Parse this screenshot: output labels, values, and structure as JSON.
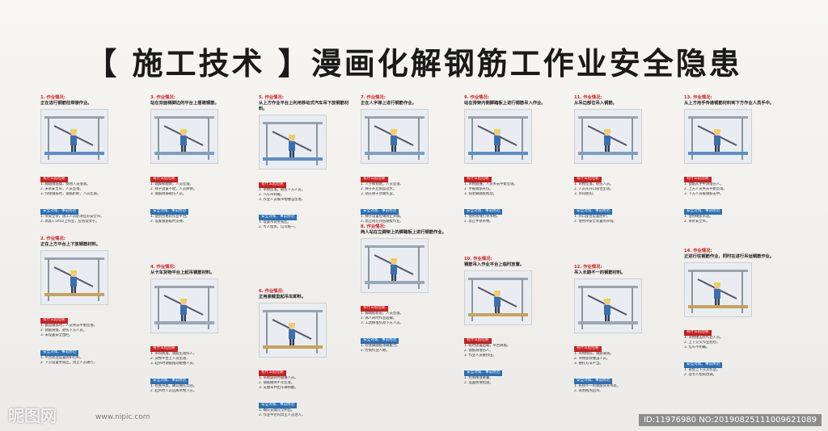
{
  "title": "【 施工技术 】漫画化解钢筋工作业安全隐患",
  "labels": {
    "danger": "有什么危险呢",
    "prevent": "安全对策、事前防范"
  },
  "panels": [
    {
      "title": "1. 作业情况:",
      "desc": "正在进行钢筋柱焊接作业。",
      "lines": [
        "1. 脚踏钢筋操，倒地人员落落。",
        "2. 未系安全带，人员坠落。",
        "3. 焊接钢筋时，钢筋折断，人员坠落。"
      ],
      "lines2": [
        "1. 带安全带，施工人员必须挂好安全带。",
        "2. 高度1.5m以上作业，应搭设架子。"
      ]
    },
    {
      "title": "2. 作业情况:",
      "desc": "正在上方平台上下放钢筋材料。",
      "lines": [
        "1. 搬运钢筋时，人员失去平衡坠落。",
        "2. 钢筋滑落，砸伤下方人员。",
        "3. 未设置安全围栏。"
      ],
      "lines2": [
        "1. 平台周边设置防护栏杆。",
        "2. 下方设置警戒区，禁止人员通行。"
      ]
    },
    {
      "title": "3. 作业情况:",
      "desc": "站在双面梯脚边的平台上搭建钢筋。",
      "lines": [
        "1. 踏脚梯翻倒，人员坠落。",
        "2. 梯子放置不稳，人员摔倒。",
        "3. 钢筋倒塌砸伤人员。"
      ],
      "lines2": [
        "1. 使用合格的作业平台。",
        "2. 设置钢筋临时支撑。"
      ]
    },
    {
      "title": "4. 作业情况:",
      "desc": "从卡车货物平台上起吊钢筋材料。",
      "lines": [
        "1. 吊钩脱落，钢筋坠落伤人。",
        "2. 货物平台上人员坠落。",
        "3. 起吊时钢筋摆动碰撞人员。"
      ],
      "lines2": [
        "1. 检查吊具，确认捆扎牢固。",
        "2. 起吊时人员远离吊物下方。"
      ]
    },
    {
      "title": "5. 作业情况:",
      "desc": "从上方作业平台上利用移动式汽车吊下放钢筋材料。",
      "lines": [
        "1. 吊物坠落，砸伤下方人员。",
        "2. 汽车吊倾覆。",
        "3. 作业人员被吊物撞击坠落。"
      ],
      "lines2": [
        "1. 设置吊装警戒区。",
        "2. 专人指挥，信号统一。"
      ]
    },
    {
      "title": "6. 作业情况:",
      "desc": "正用装载型起吊车卸料。",
      "lines": [
        "1. 吊臂旋转时碰撞人员。",
        "2. 钢筋捆绑不牢坠落。",
        "3. 支腿未伸出车辆倾翻。"
      ],
      "lines2": [
        "1. 确认支腿完全伸出。",
        "2. 作业半径内禁止人员进入。"
      ]
    },
    {
      "title": "7. 作业情况:",
      "desc": "正在人字梯上进行钢筋作业。",
      "lines": [
        "1. 人字梯倾倒，人员坠落。",
        "2. 梯子开启角度过大。",
        "3. 站在梯子顶端作业。"
      ],
      "lines2": [
        "1. 梯子设置拉绳防止开脚。",
        "2. 禁止站在顶层踏板作业。"
      ]
    },
    {
      "title": "8. 作业情况:",
      "desc": "两人站在立脚架上的脚踏板上进行钢筋作业。",
      "lines": [
        "1. 脚踏板断裂，人员坠落。",
        "2. 两人同时作业超载。",
        "3. 工具掉落伤及下方人员。"
      ],
      "lines2": [
        "1. 检查脚踏板承载能力。",
        "2. 控制作业人数。"
      ]
    },
    {
      "title": "9. 作业情况:",
      "desc": "站在排架内侧脚踏板上进行钢筋吊入作业。",
      "lines": [
        "1. 吊物碰撞，人员失去平衡坠落。",
        "2. 手被钢筋夹伤。",
        "3. 排架脚踏板松动。"
      ],
      "lines2": [
        "1. 使用溜绳引导吊物。",
        "2. 禁止手扶吊物。"
      ]
    },
    {
      "title": "10. 作业情况:",
      "desc": "钢筋吊入作业平台上临时放置。",
      "lines": [
        "1. 临时放置超载，平台坍塌。",
        "2. 钢筋滑落伤人。",
        "3. 作业人员被挤压。"
      ],
      "lines2": [
        "1. 控制堆放重量。",
        "2. 设置防滑措施。"
      ]
    },
    {
      "title": "11. 作业情况:",
      "desc": "从吊边部位吊入钢筋。",
      "lines": [
        "1. 吊物坠落，砸伤人员。",
        "2. 人员从开口部位坠落。",
        "3. 吊钩脱钩。"
      ],
      "lines2": [
        "1. 开口部位设置防护。",
        "2. 使用带安全装置的吊钩。"
      ]
    },
    {
      "title": "12. 作业情况:",
      "desc": "吊入长期不一的钢筋材料。",
      "lines": [
        "1. 吊物倾斜，钢筋滑落。",
        "2. 吊物旋转撞击人员。",
        "3. 捆扎方法不当。"
      ],
      "lines2": [
        "1. 长短不一的钢筋分开吊装。",
        "2. 采用两点起吊。"
      ]
    },
    {
      "title": "13. 作业情况:",
      "desc": "从上方用手传递钢筋材料到下方作业人员手中。",
      "lines": [
        "1. 钢筋从手中滑落伤人。",
        "2. 上方人员失去平衡坠落。",
        "3. 下方人员被钢筋击中。"
      ],
      "lines2": [
        "1. 使用绳索吊送。",
        "2. 系好安全带。"
      ]
    },
    {
      "title": "14. 作业情况:",
      "desc": "正进行柱钢筋作业，同时在进行吊运钢筋作业。",
      "lines": [
        "1. 吊物撞击柱作业人员。",
        "2. 上下交叉作业危险。",
        "3. 信号不明确。"
      ],
      "lines2": [
        "1. 避免上下交叉作业。",
        "2. 设专人指挥协调。"
      ]
    }
  ],
  "watermark": "昵图网",
  "watermark_url": "www.nipic.com",
  "image_id": "ID:11976980 NO:20190825111009621089"
}
